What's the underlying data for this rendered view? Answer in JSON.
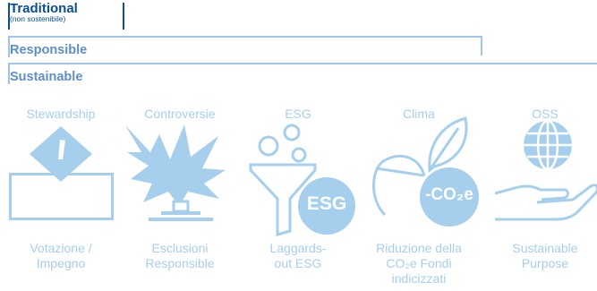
{
  "tiers": {
    "traditional": {
      "title": "Traditional",
      "subtitle": "(non sostenibile)"
    },
    "responsible": {
      "title": "Responsible"
    },
    "sustainable": {
      "title": "Sustainable"
    }
  },
  "columns": [
    {
      "header": "Stewardship",
      "icon": "ballot-box-icon",
      "footer": [
        "Votazione /",
        "Impegno"
      ]
    },
    {
      "header": "Controversie",
      "icon": "explosion-icon",
      "footer": [
        "Esclusioni",
        "Responsible"
      ]
    },
    {
      "header": "ESG",
      "icon": "esg-funnel-icon",
      "footer": [
        "Laggards-",
        "out ESG"
      ],
      "badge": "ESG"
    },
    {
      "header": "Clima",
      "icon": "leaf-co2e-icon",
      "footer": [
        "Riduzione della",
        "CO₂e Fondi",
        "indicizzati"
      ],
      "badge": "-CO₂e"
    },
    {
      "header": "OSS",
      "icon": "globe-hand-icon",
      "footer": [
        "Sustainable",
        "Purpose"
      ]
    }
  ],
  "colors": {
    "traditional": "#0a4f91",
    "tier_text": "#5e8fc7",
    "tier_line": "#9fc6ea",
    "icon": "#a6cfee"
  }
}
